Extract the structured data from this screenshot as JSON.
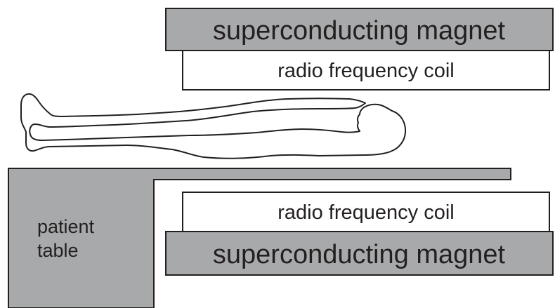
{
  "labels": {
    "magnet_top": "superconducting magnet",
    "coil_top": "radio frequency coil",
    "coil_bottom": "radio frequency coil",
    "magnet_bottom": "superconducting magnet",
    "table_line1": "patient",
    "table_line2": "table"
  },
  "colors": {
    "magnet_fill": "#a8a9ab",
    "coil_fill": "#ffffff",
    "table_fill": "#a8a9ab",
    "stroke": "#231f20",
    "text": "#231f20"
  }
}
